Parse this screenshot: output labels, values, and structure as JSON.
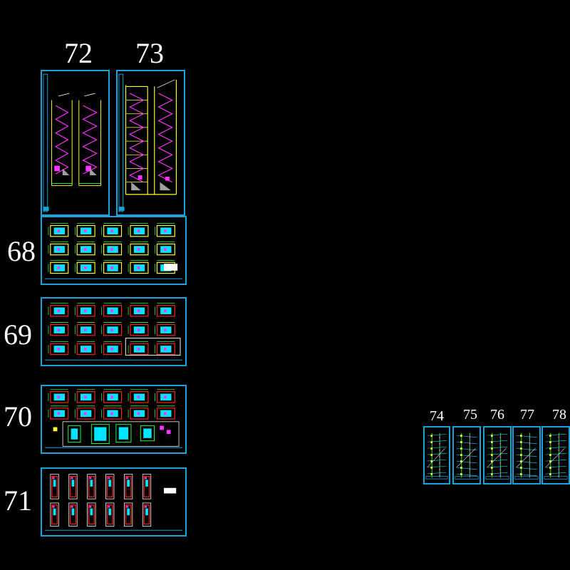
{
  "sheet_numbers": {
    "s68": "68",
    "s69": "69",
    "s70": "70",
    "s71": "71",
    "s72": "72",
    "s73": "73",
    "s74": "74",
    "s75": "75",
    "s76": "76",
    "s77": "77",
    "s78": "78"
  },
  "colors": {
    "background": "#000000",
    "frame": "#1aa3d9",
    "cyan": "#00e5ff",
    "yellow": "#ffff33",
    "magenta": "#ff33ff",
    "red": "#ff2020",
    "green": "#22ff44",
    "white": "#ffffff",
    "grey": "#a0a0a0"
  }
}
